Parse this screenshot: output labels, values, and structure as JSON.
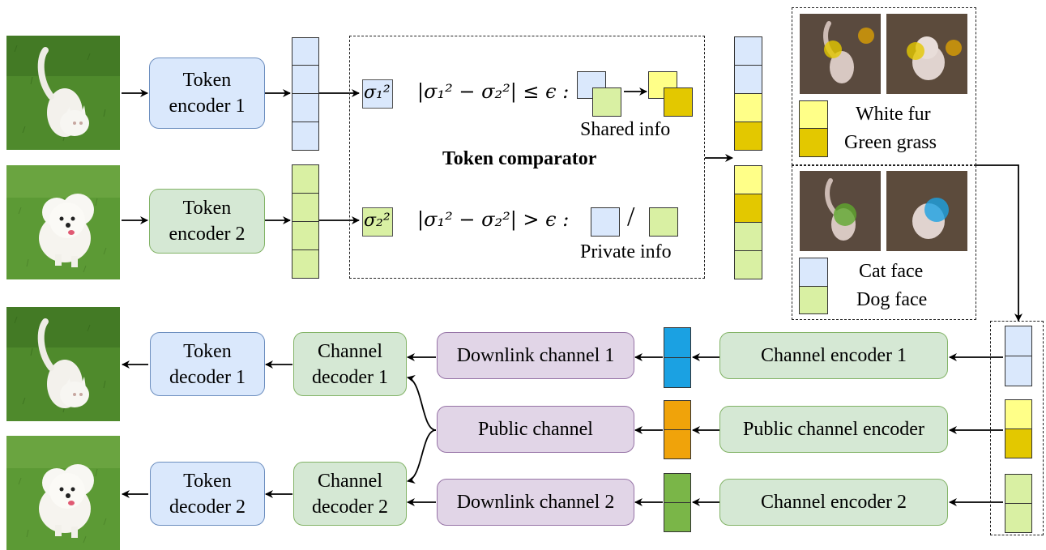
{
  "encoders": {
    "token_encoder_1": "Token\nencoder 1",
    "token_encoder_2": "Token\nencoder 2"
  },
  "comparator": {
    "title": "Token comparator",
    "sigma1": "σ₁²",
    "sigma2": "σ₂²",
    "shared_condition": "|σ₁² − σ₂²| ≤ ϵ :",
    "private_condition": "|σ₁² − σ₂²| > ϵ :",
    "shared_label": "Shared info",
    "private_label": "Private info",
    "slash": "/"
  },
  "legend": {
    "white_fur": "White fur",
    "green_grass": "Green grass",
    "cat_face": "Cat face",
    "dog_face": "Dog face"
  },
  "channels": {
    "channel_encoder_1": "Channel encoder 1",
    "public_channel_encoder": "Public channel encoder",
    "channel_encoder_2": "Channel encoder 2",
    "downlink_channel_1": "Downlink channel 1",
    "public_channel": "Public channel",
    "downlink_channel_2": "Downlink channel 2",
    "channel_decoder_1": "Channel\ndecoder 1",
    "channel_decoder_2": "Channel\ndecoder 2",
    "token_decoder_1": "Token\ndecoder 1",
    "token_decoder_2": "Token\ndecoder 2"
  },
  "colors": {
    "blue_fill": "#dae8fc",
    "blue_stroke": "#6c8ebf",
    "green_fill": "#d5e8d4",
    "green_stroke": "#82b366",
    "purple_fill": "#e1d5e7",
    "purple_stroke": "#9673a6",
    "token_blue": "#dae8fc",
    "token_green": "#d9f0a3",
    "token_yellow": "#ffff88",
    "token_dark_yellow": "#e3c800",
    "downlink1_token": "#1ba1e2",
    "public_token": "#f0a30a",
    "downlink2_token": "#7ab648"
  },
  "images": {
    "cat_photo": "cat-photo",
    "dog_photo": "dog-photo",
    "attention_cat_shared": "cat-shared-attention-map",
    "attention_dog_shared": "dog-shared-attention-map",
    "attention_cat_private": "cat-private-attention-map",
    "attention_dog_private": "dog-private-attention-map"
  }
}
